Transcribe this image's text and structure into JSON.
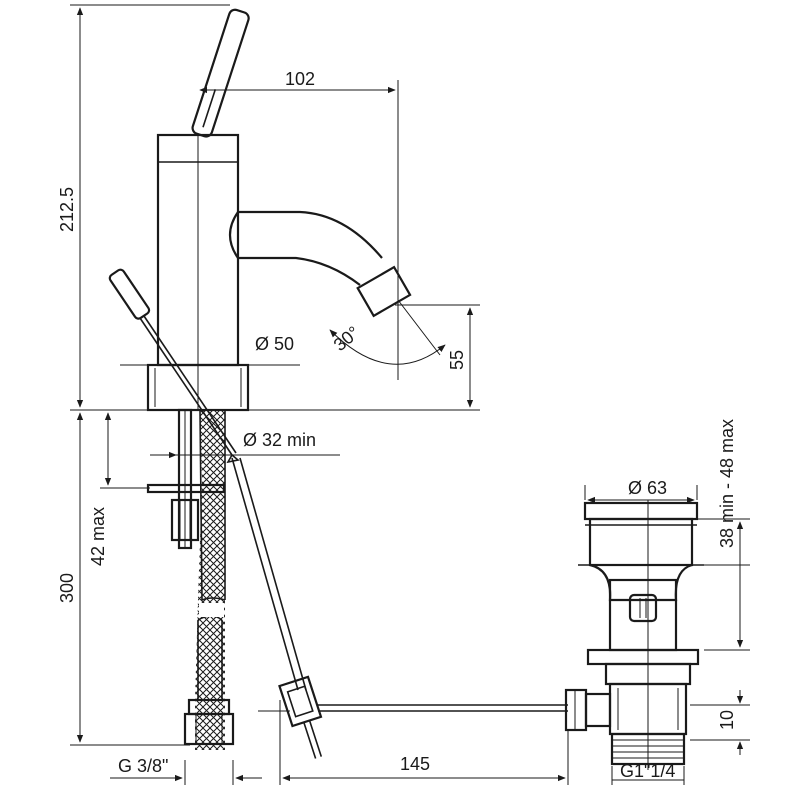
{
  "drawing": {
    "dimensions": {
      "spout_reach": "102",
      "total_height": "212.5",
      "body_diameter": "Ø 50",
      "spout_angle": "30°",
      "spout_height": "55",
      "hole_diameter": "Ø 32 min",
      "deck_thickness": "42 max",
      "hose_length": "300",
      "hose_connection": "G 3/8\"",
      "rod_length": "145",
      "plug_diameter": "Ø 63",
      "plug_range": "38 min - 48 max",
      "outlet_height": "10",
      "waste_thread": "G1\"1/4"
    }
  }
}
